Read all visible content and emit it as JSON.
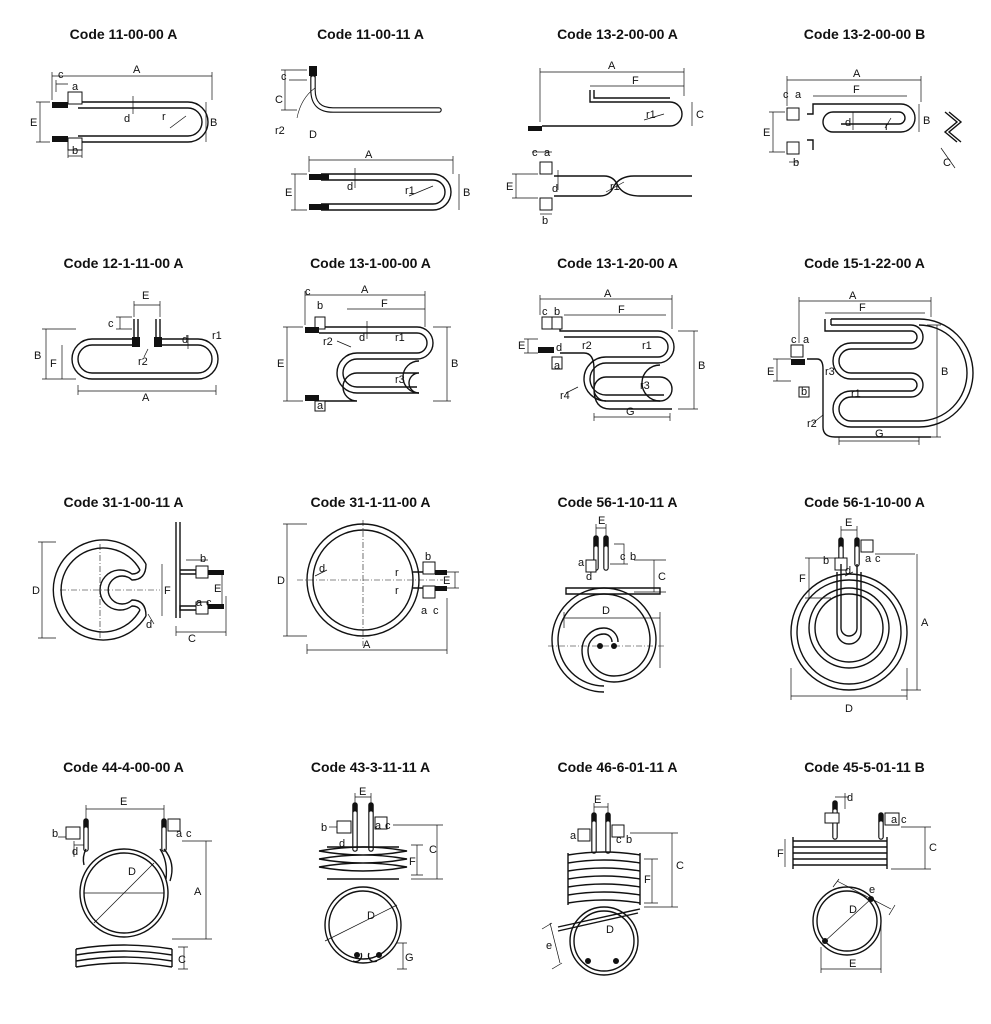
{
  "items": [
    {
      "code": "Code 11-00-00 A",
      "labels": [
        "A",
        "c",
        "a",
        "E",
        "d",
        "r",
        "B",
        "b"
      ]
    },
    {
      "code": "Code 11-00-11 A",
      "labels": [
        "c",
        "C",
        "r2",
        "D",
        "A",
        "E",
        "d",
        "r1",
        "B"
      ]
    },
    {
      "code": "Code 13-2-00-00 A",
      "labels": [
        "A",
        "F",
        "r1",
        "C",
        "c",
        "a",
        "E",
        "d",
        "r1",
        "b"
      ]
    },
    {
      "code": "Code 13-2-00-00 B",
      "labels": [
        "A",
        "F",
        "c",
        "a",
        "E",
        "d",
        "r",
        "B",
        "b",
        "C"
      ]
    },
    {
      "code": "Code 12-1-11-00 A",
      "labels": [
        "E",
        "c",
        "B",
        "F",
        "r2",
        "d",
        "r1",
        "A"
      ]
    },
    {
      "code": "Code 13-1-00-00 A",
      "labels": [
        "c",
        "b",
        "A",
        "F",
        "r2",
        "d",
        "r1",
        "E",
        "B",
        "r3",
        "a"
      ]
    },
    {
      "code": "Code 13-1-20-00 A",
      "labels": [
        "A",
        "c",
        "b",
        "F",
        "E",
        "d",
        "r2",
        "r1",
        "a",
        "B",
        "r3",
        "r4",
        "G"
      ]
    },
    {
      "code": "Code 15-1-22-00 A",
      "labels": [
        "A",
        "F",
        "c",
        "a",
        "E",
        "r3",
        "b",
        "r1",
        "B",
        "r2",
        "G"
      ]
    },
    {
      "code": "Code 31-1-00-11 A",
      "labels": [
        "D",
        "F",
        "d",
        "b",
        "E",
        "a",
        "c",
        "C"
      ]
    },
    {
      "code": "Code 31-1-11-00 A",
      "labels": [
        "D",
        "d",
        "b",
        "r",
        "r",
        "E",
        "a",
        "c",
        "A"
      ]
    },
    {
      "code": "Code 56-1-10-11 A",
      "labels": [
        "E",
        "a",
        "c",
        "b",
        "d",
        "C",
        "D"
      ]
    },
    {
      "code": "Code 56-1-10-00 A",
      "labels": [
        "E",
        "b",
        "a",
        "c",
        "F",
        "d",
        "A",
        "D"
      ]
    },
    {
      "code": "Code 44-4-00-00 A",
      "labels": [
        "E",
        "b",
        "d",
        "a",
        "c",
        "D",
        "A",
        "C"
      ]
    },
    {
      "code": "Code 43-3-11-11 A",
      "labels": [
        "E",
        "b",
        "a",
        "c",
        "d",
        "F",
        "C",
        "D",
        "G"
      ]
    },
    {
      "code": "Code 46-6-01-11 A",
      "labels": [
        "E",
        "a",
        "c",
        "b",
        "F",
        "C",
        "e",
        "D"
      ]
    },
    {
      "code": "Code 45-5-01-11 B",
      "labels": [
        "d",
        "a",
        "c",
        "F",
        "C",
        "e",
        "D",
        "E"
      ]
    }
  ]
}
